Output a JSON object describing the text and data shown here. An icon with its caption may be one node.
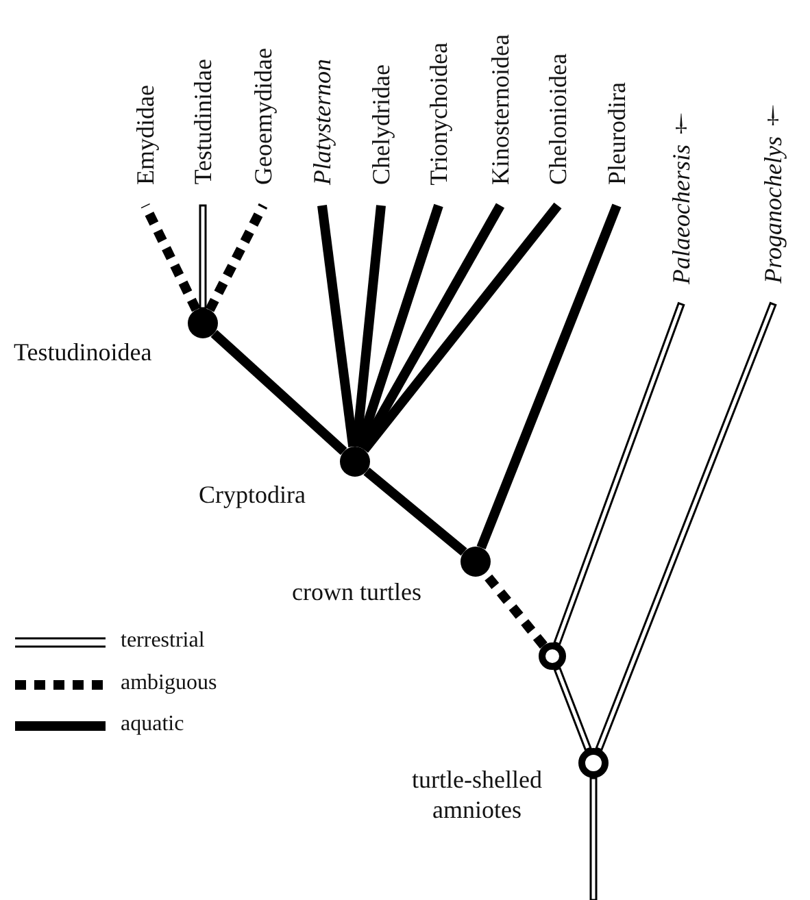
{
  "diagram": {
    "nodes": [
      {
        "text": [
          "Emydidae"
        ]
      },
      {
        "text": [
          "Testudinidae"
        ]
      },
      {
        "text": [
          "Geoemydidae"
        ]
      },
      {
        "text": [
          "Platysternon"
        ]
      },
      {
        "text": [
          "Chelydridae"
        ]
      },
      {
        "text": [
          "Trionychoidea"
        ]
      },
      {
        "text": [
          "Kinosternoidea"
        ]
      },
      {
        "text": [
          "Chelonioidea"
        ]
      },
      {
        "text": [
          "Pleurodira"
        ]
      },
      {
        "text": [
          "*Palaeochersis* †"
        ]
      },
      {
        "text": [
          "*Proganochelys* †"
        ]
      },
      {
        "text": [
          "Testudinoidea"
        ]
      },
      {
        "text": [
          "Cryptodira"
        ]
      },
      {
        "text": [
          "crown turtles"
        ]
      },
      {
        "text": [],
        "shape": "circle"
      },
      {
        "text": [
          "turtle-shelled amniotes"
        ]
      }
    ],
    "edges": [
      {
        "from": 11,
        "to": 0,
        "arrow": "none",
        "style": "dashed"
      },
      {
        "from": 11,
        "to": 1,
        "arrow": "none"
      },
      {
        "from": 11,
        "to": 2,
        "arrow": "none",
        "style": "dashed"
      },
      {
        "from": 12,
        "to": 11,
        "arrow": "none"
      },
      {
        "from": 12,
        "to": 3,
        "arrow": "none"
      },
      {
        "from": 12,
        "to": 4,
        "arrow": "none"
      },
      {
        "from": 12,
        "to": 5,
        "arrow": "none"
      },
      {
        "from": 12,
        "to": 6,
        "arrow": "none"
      },
      {
        "from": 12,
        "to": 7,
        "arrow": "none"
      },
      {
        "from": 13,
        "to": 12,
        "arrow": "none"
      },
      {
        "from": 13,
        "to": 8,
        "arrow": "none"
      },
      {
        "from": 14,
        "to": 13,
        "arrow": "none",
        "style": "dashed"
      },
      {
        "from": 14,
        "to": 9,
        "arrow": "none"
      },
      {
        "from": 15,
        "to": 14,
        "arrow": "none"
      },
      {
        "from": 15,
        "to": 10,
        "arrow": "none"
      },
      {
        "from": null,
        "to": 15,
        "arrow": "none"
      }
    ],
    "legend": [
      {
        "text": "terrestrial"
      },
      {
        "text": "ambiguous"
      },
      {
        "text": "aquatic"
      }
    ]
  }
}
